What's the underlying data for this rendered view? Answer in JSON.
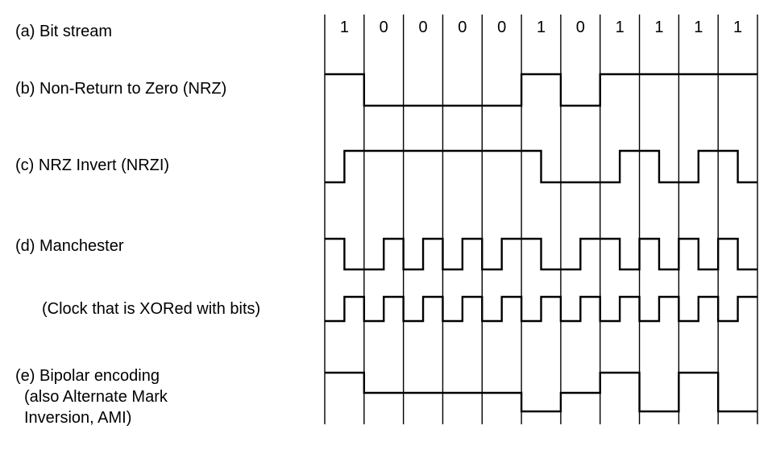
{
  "labels": {
    "a": "(a) Bit stream",
    "b": "(b) Non-Return to Zero (NRZ)",
    "c": "(c) NRZ Invert (NRZI)",
    "d": "(d) Manchester",
    "clock": "(Clock that is XORed with bits)",
    "e_line1": "(e) Bipolar encoding",
    "e_line2": "(also Alternate Mark",
    "e_line3": "Inversion, AMI)"
  },
  "bits": [
    "1",
    "0",
    "0",
    "0",
    "0",
    "1",
    "0",
    "1",
    "1",
    "1",
    "1"
  ],
  "colors": {
    "line": "#000000",
    "background": "#ffffff"
  }
}
